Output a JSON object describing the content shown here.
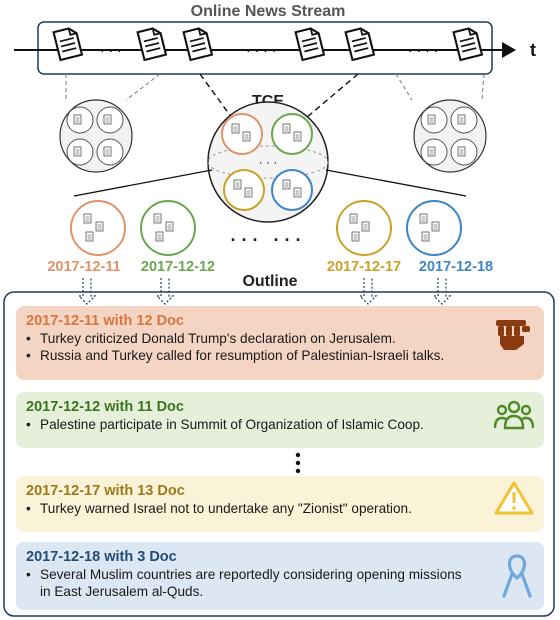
{
  "stream": {
    "title": "Online News Stream",
    "axis_label": "t"
  },
  "tce_label": "TCE",
  "outline_label": "Outline",
  "dates": [
    {
      "text": "2017-12-11",
      "color": "#e0936a"
    },
    {
      "text": "2017-12-12",
      "color": "#6aa84f"
    },
    {
      "text": "2017-12-17",
      "color": "#c9a227"
    },
    {
      "text": "2017-12-18",
      "color": "#3d85c6"
    }
  ],
  "ellipsis": "· · ·   · · ·",
  "cards": [
    {
      "title": "2017-12-11 with 12 Doc",
      "title_color": "#d9743f",
      "bg": "#f4d5c3",
      "icon": "protest-fist-icon",
      "bullets": [
        "Turkey criticized Donald Trump's declaration on Jerusalem.",
        "Russia and Turkey called for resumption of Palestinian-Israeli talks."
      ]
    },
    {
      "title": "2017-12-12 with 11 Doc",
      "title_color": "#38761d",
      "bg": "#e6efd9",
      "icon": "people-group-icon",
      "bullets": [
        "Palestine participate in Summit of Organization of Islamic Coop."
      ]
    },
    {
      "title": "2017-12-17 with 13 Doc",
      "title_color": "#9c7a1a",
      "bg": "#fbf3d8",
      "icon": "warning-icon",
      "bullets": [
        "Turkey warned Israel not to undertake any \"Zionist\" operation."
      ]
    },
    {
      "title": "2017-12-18 with 3 Doc",
      "title_color": "#1f4e79",
      "bg": "#dce7f3",
      "icon": "ribbon-icon",
      "bullets": [
        "Several Muslim countries are reportedly considering opening missions in East Jerusalem al-Quds."
      ]
    }
  ]
}
